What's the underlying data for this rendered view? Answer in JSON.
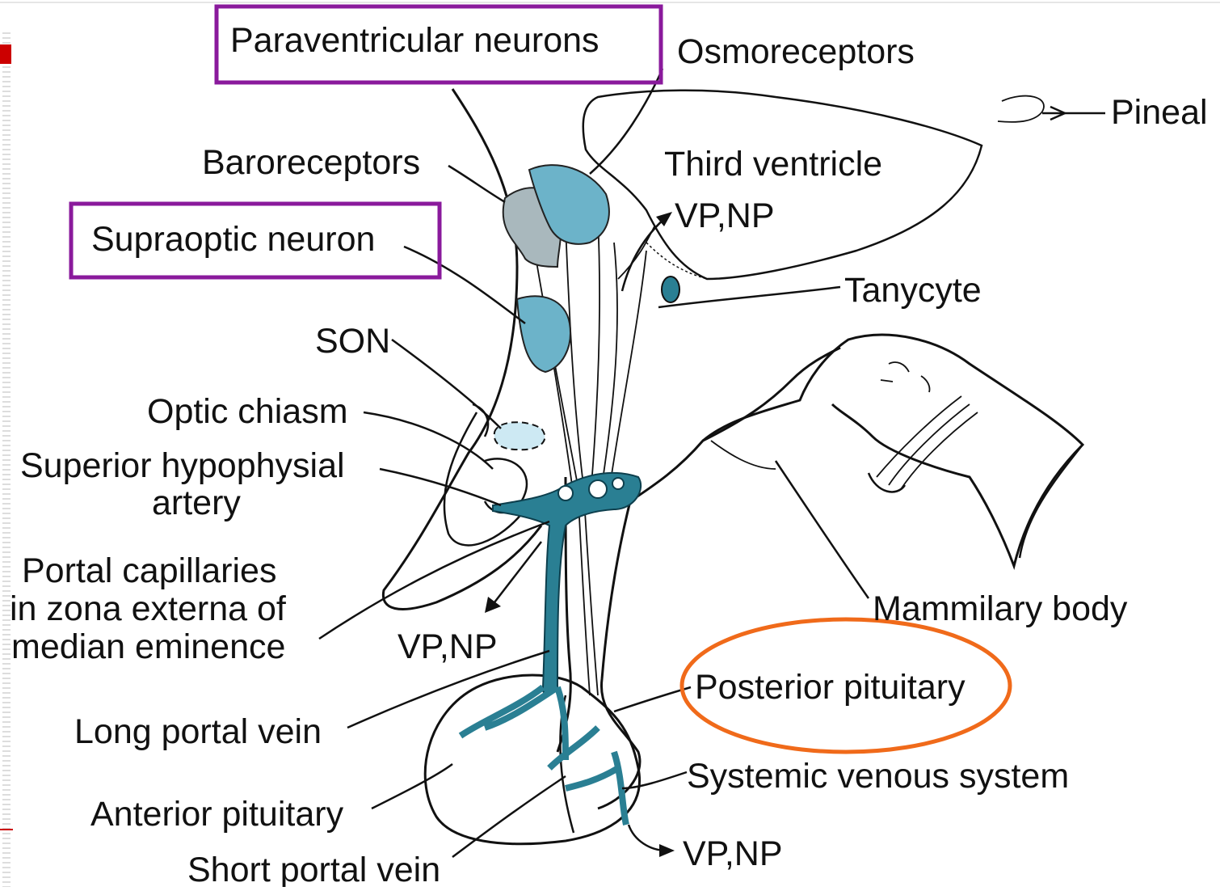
{
  "diagram": {
    "labels": {
      "paraventricular": "Paraventricular neurons",
      "osmoreceptors": "Osmoreceptors",
      "pineal": "Pineal",
      "baroreceptors": "Baroreceptors",
      "third_ventricle": "Third ventricle",
      "vpnp_top": "VP,NP",
      "supraoptic": "Supraoptic neuron",
      "tanycyte": "Tanycyte",
      "son": "SON",
      "optic_chiasm": "Optic chiasm",
      "superior_hypophysial_1": "Superior hypophysial",
      "superior_hypophysial_2": "artery",
      "portal_capillaries_1": "Portal capillaries",
      "portal_capillaries_2": "in zona externa of",
      "portal_capillaries_3": "median eminence",
      "vpnp_middle": "VP,NP",
      "mammilary_body": "Mammilary body",
      "posterior_pituitary": "Posterior pituitary",
      "long_portal_vein": "Long portal vein",
      "systemic_venous": "Systemic venous system",
      "anterior_pituitary": "Anterior pituitary",
      "short_portal_vein": "Short portal vein",
      "vpnp_bottom": "VP,NP"
    },
    "colors": {
      "highlight_box": "#8a1a9c",
      "highlight_ellipse": "#f06a1a",
      "ventricle_fill": "#cde9f3",
      "neuron_fill": "#6cb3c9",
      "baroreceptor_fill": "#a9b8bd",
      "vessel_fill": "#2a7f93",
      "slide_marker": "#cc0000"
    }
  }
}
